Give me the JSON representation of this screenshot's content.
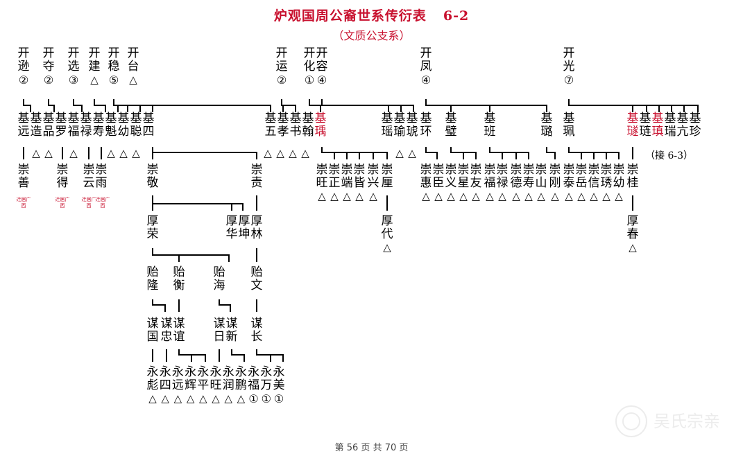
{
  "title": "炉观国周公裔世系传衍表",
  "title_number": "6-2",
  "subtitle": "（文质公支系）",
  "continue_note": "（接 6-3）",
  "migration_note": "迁居广西",
  "footer": "第 56 页 共 70 页",
  "watermark": "吴氏宗亲",
  "gen_kai": [
    {
      "name": "开逊",
      "mark": "②"
    },
    {
      "name": "开夺",
      "mark": "②"
    },
    {
      "name": "开选",
      "mark": "③"
    },
    {
      "name": "开建",
      "mark": "△"
    },
    {
      "name": "开稳",
      "mark": "⑤"
    },
    {
      "name": "开台",
      "mark": "△"
    },
    {
      "name": "开运",
      "mark": "②"
    },
    {
      "name": "开化",
      "mark": "①"
    },
    {
      "name": "开容",
      "mark": "④"
    },
    {
      "name": "开凤",
      "mark": "④"
    },
    {
      "name": "开光",
      "mark": "⑦"
    }
  ],
  "gen_ji": [
    "基远",
    "基造",
    "基品",
    "基罗",
    "基福",
    "基禄",
    "基寿",
    "基魁",
    "基幼",
    "基聪",
    "基四",
    "基五",
    "基孝",
    "基书",
    "基翰",
    "基瑀",
    "基瑶",
    "基瑜",
    "基琥",
    "基环",
    "基璧",
    "基班",
    "基璐",
    "基珮",
    "基璲",
    "基琏",
    "基瑱",
    "基瑞",
    "基亢",
    "基珍"
  ],
  "gen_chong": [
    "崇善",
    "崇得",
    "崇云",
    "崇雨",
    "崇敬",
    "崇责",
    "崇旺",
    "崇正",
    "崇端",
    "崇皆",
    "崇兴",
    "崇厘",
    "崇惠",
    "崇臣",
    "崇义",
    "崇星",
    "崇友",
    "崇福",
    "崇禄",
    "崇德",
    "崇寿",
    "崇山",
    "崇刚",
    "崇泰",
    "崇岳",
    "崇信",
    "崇琇",
    "崇幼",
    "崇桂"
  ],
  "gen_hou": [
    "厚荣",
    "厚华",
    "厚坤",
    "厚林",
    "厚代",
    "厚春"
  ],
  "gen_yi": [
    "贻隆",
    "贻衡",
    "贻海",
    "贻文"
  ],
  "gen_mou": [
    "谋国",
    "谋忠",
    "谋谊",
    "谋日",
    "谋新",
    "谋长"
  ],
  "gen_yong": [
    "永彪",
    "永四",
    "永远",
    "永辉",
    "永平",
    "永旺",
    "永润",
    "永鹏",
    "永福",
    "永万",
    "永美"
  ],
  "yong_marks": [
    "△",
    "△",
    "△",
    "△",
    "△",
    "△",
    "△",
    "△",
    "①",
    "①",
    "①"
  ],
  "triangle": "△"
}
